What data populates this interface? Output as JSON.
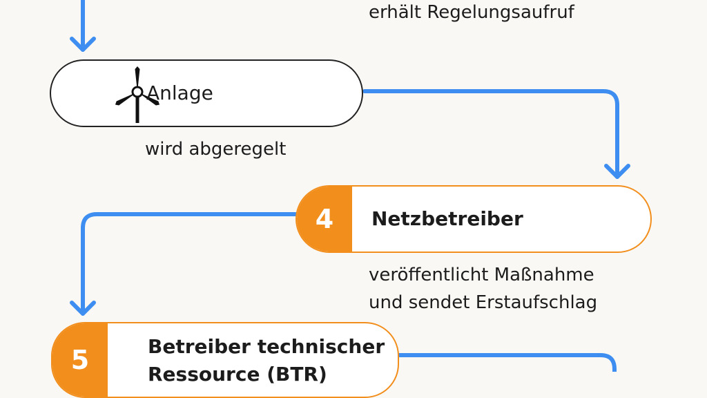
{
  "captions": {
    "top": "erhält Regelungsaufruf",
    "anlage": "wird abgeregelt",
    "netz_line1": "veröffentlicht Maßnahme",
    "netz_line2": "und sendet Erstaufschlag"
  },
  "nodes": {
    "anlage": {
      "label": "Anlage",
      "icon": "wind-turbine-icon"
    },
    "netzbetreiber": {
      "step": "4",
      "label": "Netzbetreiber"
    },
    "btr": {
      "step": "5",
      "label_line1": "Betreiber technischer",
      "label_line2": "Ressource (BTR)"
    }
  },
  "colors": {
    "connector": "#3d8ef0",
    "accent": "#f28e1c",
    "border": "#222222",
    "background": "#faf8f4"
  }
}
